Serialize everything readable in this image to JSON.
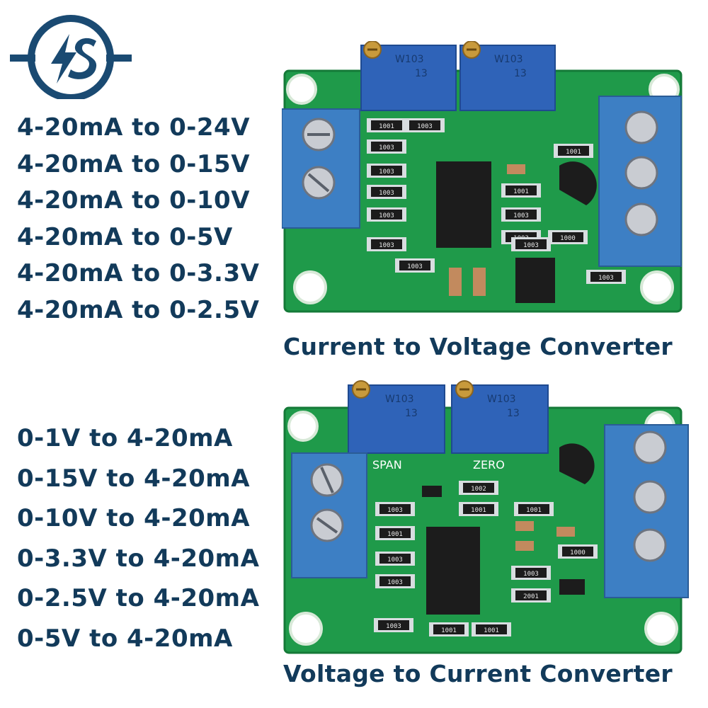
{
  "logo": {
    "icon": "es-lightning-logo-icon",
    "color": "#1a4a72"
  },
  "colors": {
    "text": "#123a5a",
    "pcb": "#1f9a4a",
    "terminal": "#3d7fc4",
    "pot": "#2f63b8"
  },
  "top_section": {
    "ranges": [
      "4-20mA to 0-24V",
      "4-20mA to 0-15V",
      "4-20mA to 0-10V",
      "4-20mA to 0-5V",
      "4-20mA to 0-3.3V",
      "4-20mA to 0-2.5V"
    ],
    "caption": "Current to Voltage Converter",
    "board": {
      "pot_labels": [
        "W103",
        "W103"
      ],
      "pot_sublabels": [
        "13",
        "13"
      ],
      "resistor_codes": [
        "1001",
        "1003",
        "1003",
        "1003",
        "1003",
        "1003",
        "1003",
        "1001",
        "1001",
        "1003",
        "1003",
        "1003",
        "1000",
        "1003",
        "1003"
      ]
    }
  },
  "bottom_section": {
    "ranges": [
      "0-1V to 4-20mA",
      "0-15V to 4-20mA",
      "0-10V to 4-20mA",
      "0-3.3V to 4-20mA",
      "0-2.5V to 4-20mA",
      "0-5V to 4-20mA"
    ],
    "caption": "Voltage to Current Converter",
    "board": {
      "pot_labels": [
        "W103",
        "W103"
      ],
      "pot_sublabels": [
        "13",
        "13"
      ],
      "silkscreen": [
        "SPAN",
        "ZERO"
      ],
      "resistor_codes": [
        "1002",
        "1001",
        "1001",
        "1003",
        "1001",
        "1003",
        "1003",
        "1000",
        "1003",
        "2001",
        "1003",
        "1001",
        "1001"
      ]
    }
  }
}
